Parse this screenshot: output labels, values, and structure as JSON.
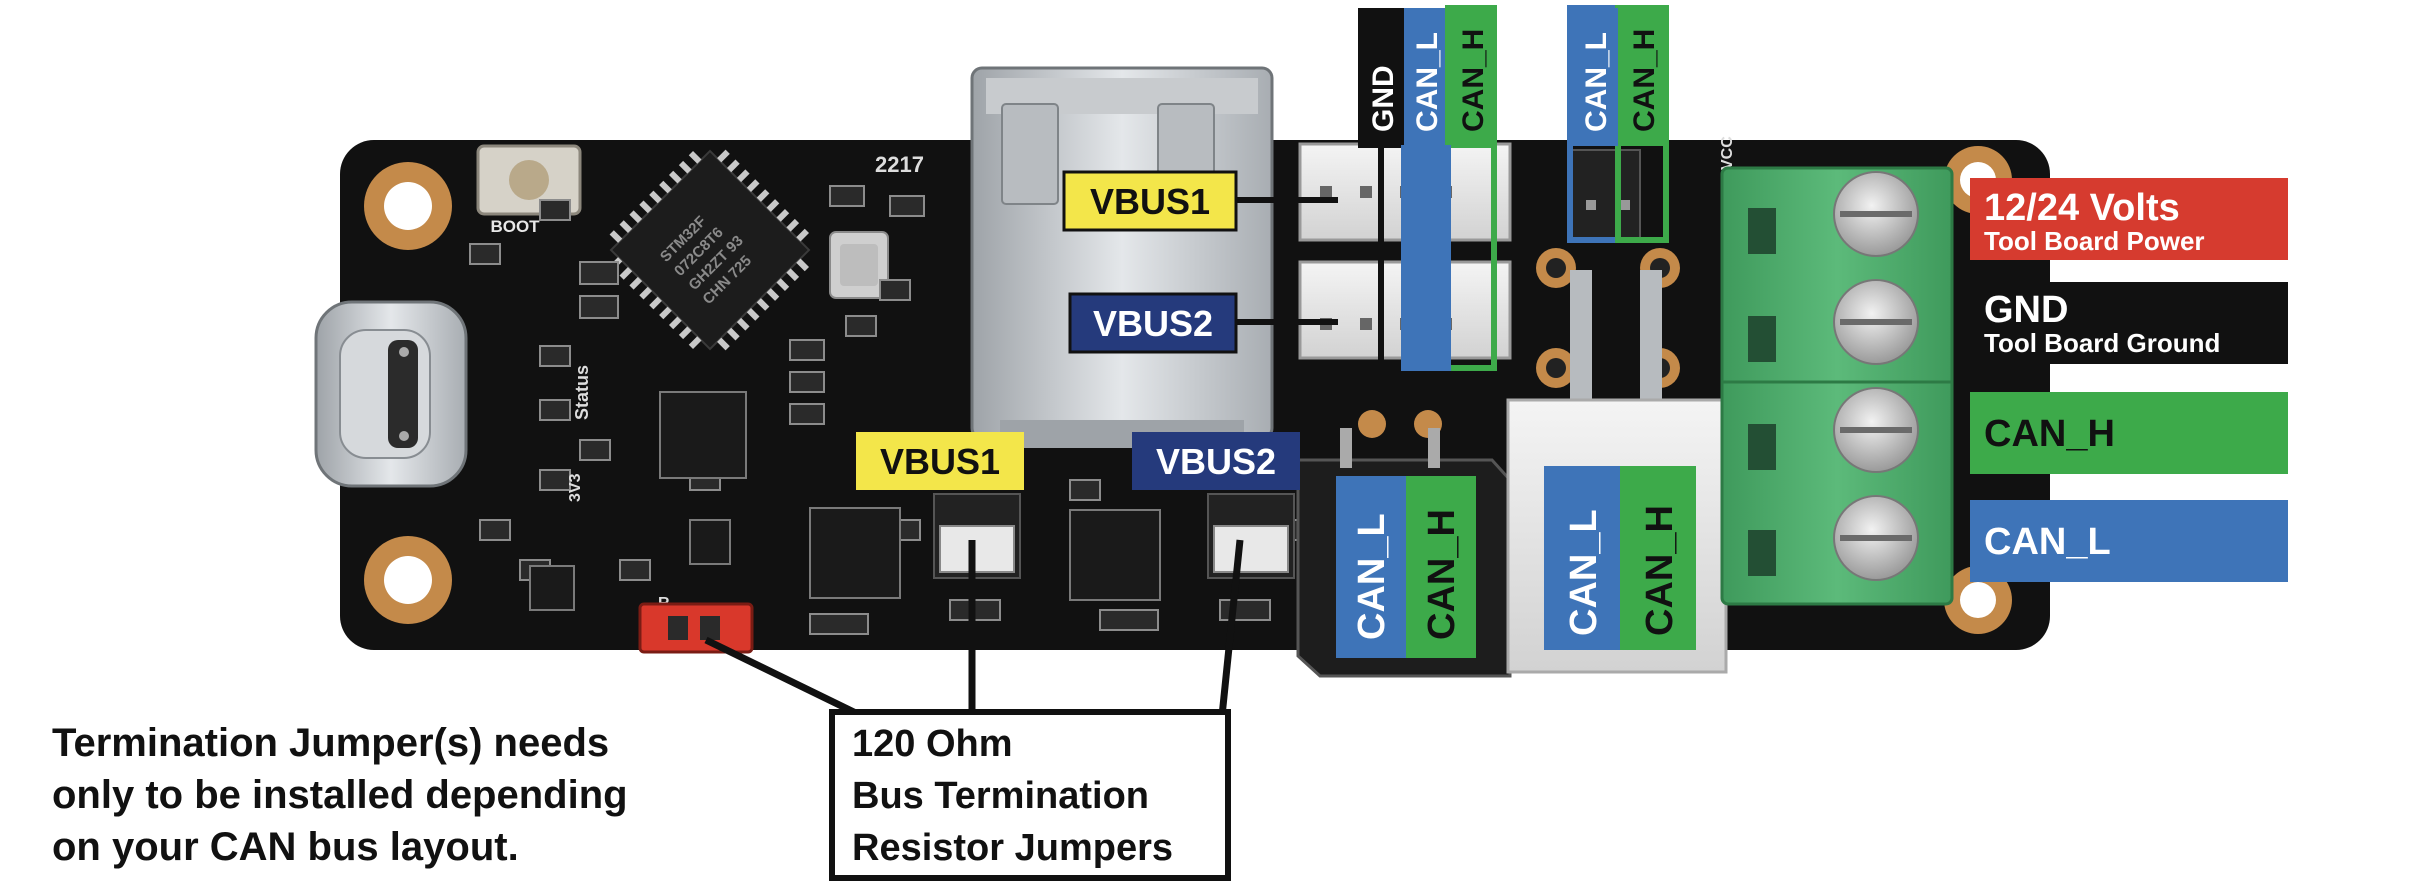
{
  "labels": {
    "vbus1": "VBUS1",
    "vbus2": "VBUS2",
    "gnd": "GND",
    "can_l": "CAN_L",
    "can_h": "CAN_H",
    "vcc": "VCC",
    "boot": "BOOT",
    "status": "Status",
    "v33": "3V3",
    "r": "R"
  },
  "terminal": {
    "power_title": "12/24 Volts",
    "power_sub": "Tool Board Power",
    "gnd_title": "GND",
    "gnd_sub": "Tool Board Ground",
    "canh": "CAN_H",
    "canl": "CAN_L"
  },
  "chip": {
    "line1": "STM32F",
    "line2": "072C8T6",
    "line3": "GH2ZT 93",
    "line4": "CHN 725"
  },
  "silk": {
    "version": "2217"
  },
  "note": {
    "line1": "Termination Jumper(s) needs",
    "line2": "only to be installed depending",
    "line3": "on your CAN bus layout."
  },
  "callout": {
    "line1": "120 Ohm",
    "line2": "Bus Termination",
    "line3": "Resistor Jumpers"
  },
  "colors": {
    "board": "#111111",
    "can_l": "#3e74b8",
    "can_h": "#3daa4a",
    "power": "#d63b2f",
    "vbus1": "#f3e64a",
    "vbus2": "#253a7c",
    "terminal_block": "#4ea86a",
    "jumper_red": "#d9382b",
    "pad": "#c48a4a"
  }
}
